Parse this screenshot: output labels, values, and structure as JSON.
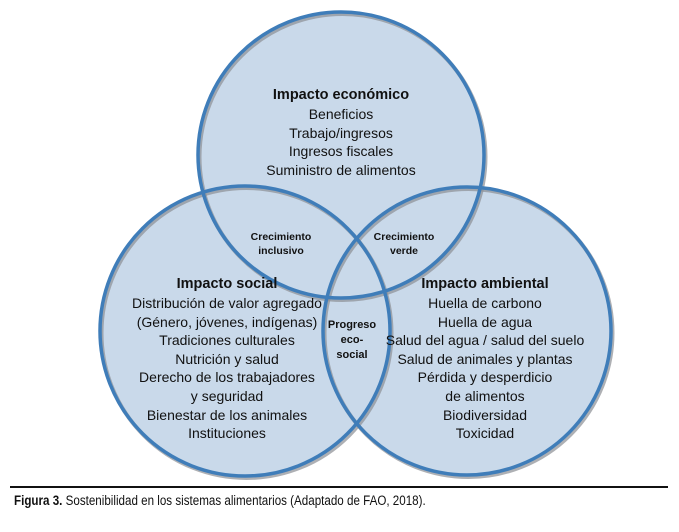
{
  "colors": {
    "fill": "#c9d9ea",
    "stroke": "#3f7db9",
    "shadow": "#8c8f94"
  },
  "economic": {
    "title": "Impacto económico",
    "items": [
      "Beneficios",
      "Trabajo/ingresos",
      "Ingresos fiscales",
      "Suministro de alimentos"
    ]
  },
  "social": {
    "title": "Impacto social",
    "items": [
      "Distribución de valor agregado",
      "(Género, jóvenes, indígenas)",
      "Tradiciones culturales",
      "Nutrición y salud",
      "Derecho de los trabajadores",
      "y seguridad",
      "Bienestar de los animales",
      "Instituciones"
    ]
  },
  "environmental": {
    "title": "Impacto ambiental",
    "items": [
      "Huella de carbono",
      "Huella de agua",
      "Salud del agua / salud del suelo",
      "Salud de animales y plantas",
      "Pérdida y desperdicio",
      "de alimentos",
      "Biodiversidad",
      "Toxicidad"
    ]
  },
  "overlaps": {
    "inclusive": [
      "Crecimiento",
      "inclusivo"
    ],
    "green": [
      "Crecimiento",
      "verde"
    ],
    "social_progress": [
      "Progreso",
      "eco-",
      "social"
    ]
  },
  "caption": {
    "label": "Figura 3.",
    "text": " Sostenibilidad en los sistemas alimentarios (Adaptado de FAO, 2018)."
  }
}
